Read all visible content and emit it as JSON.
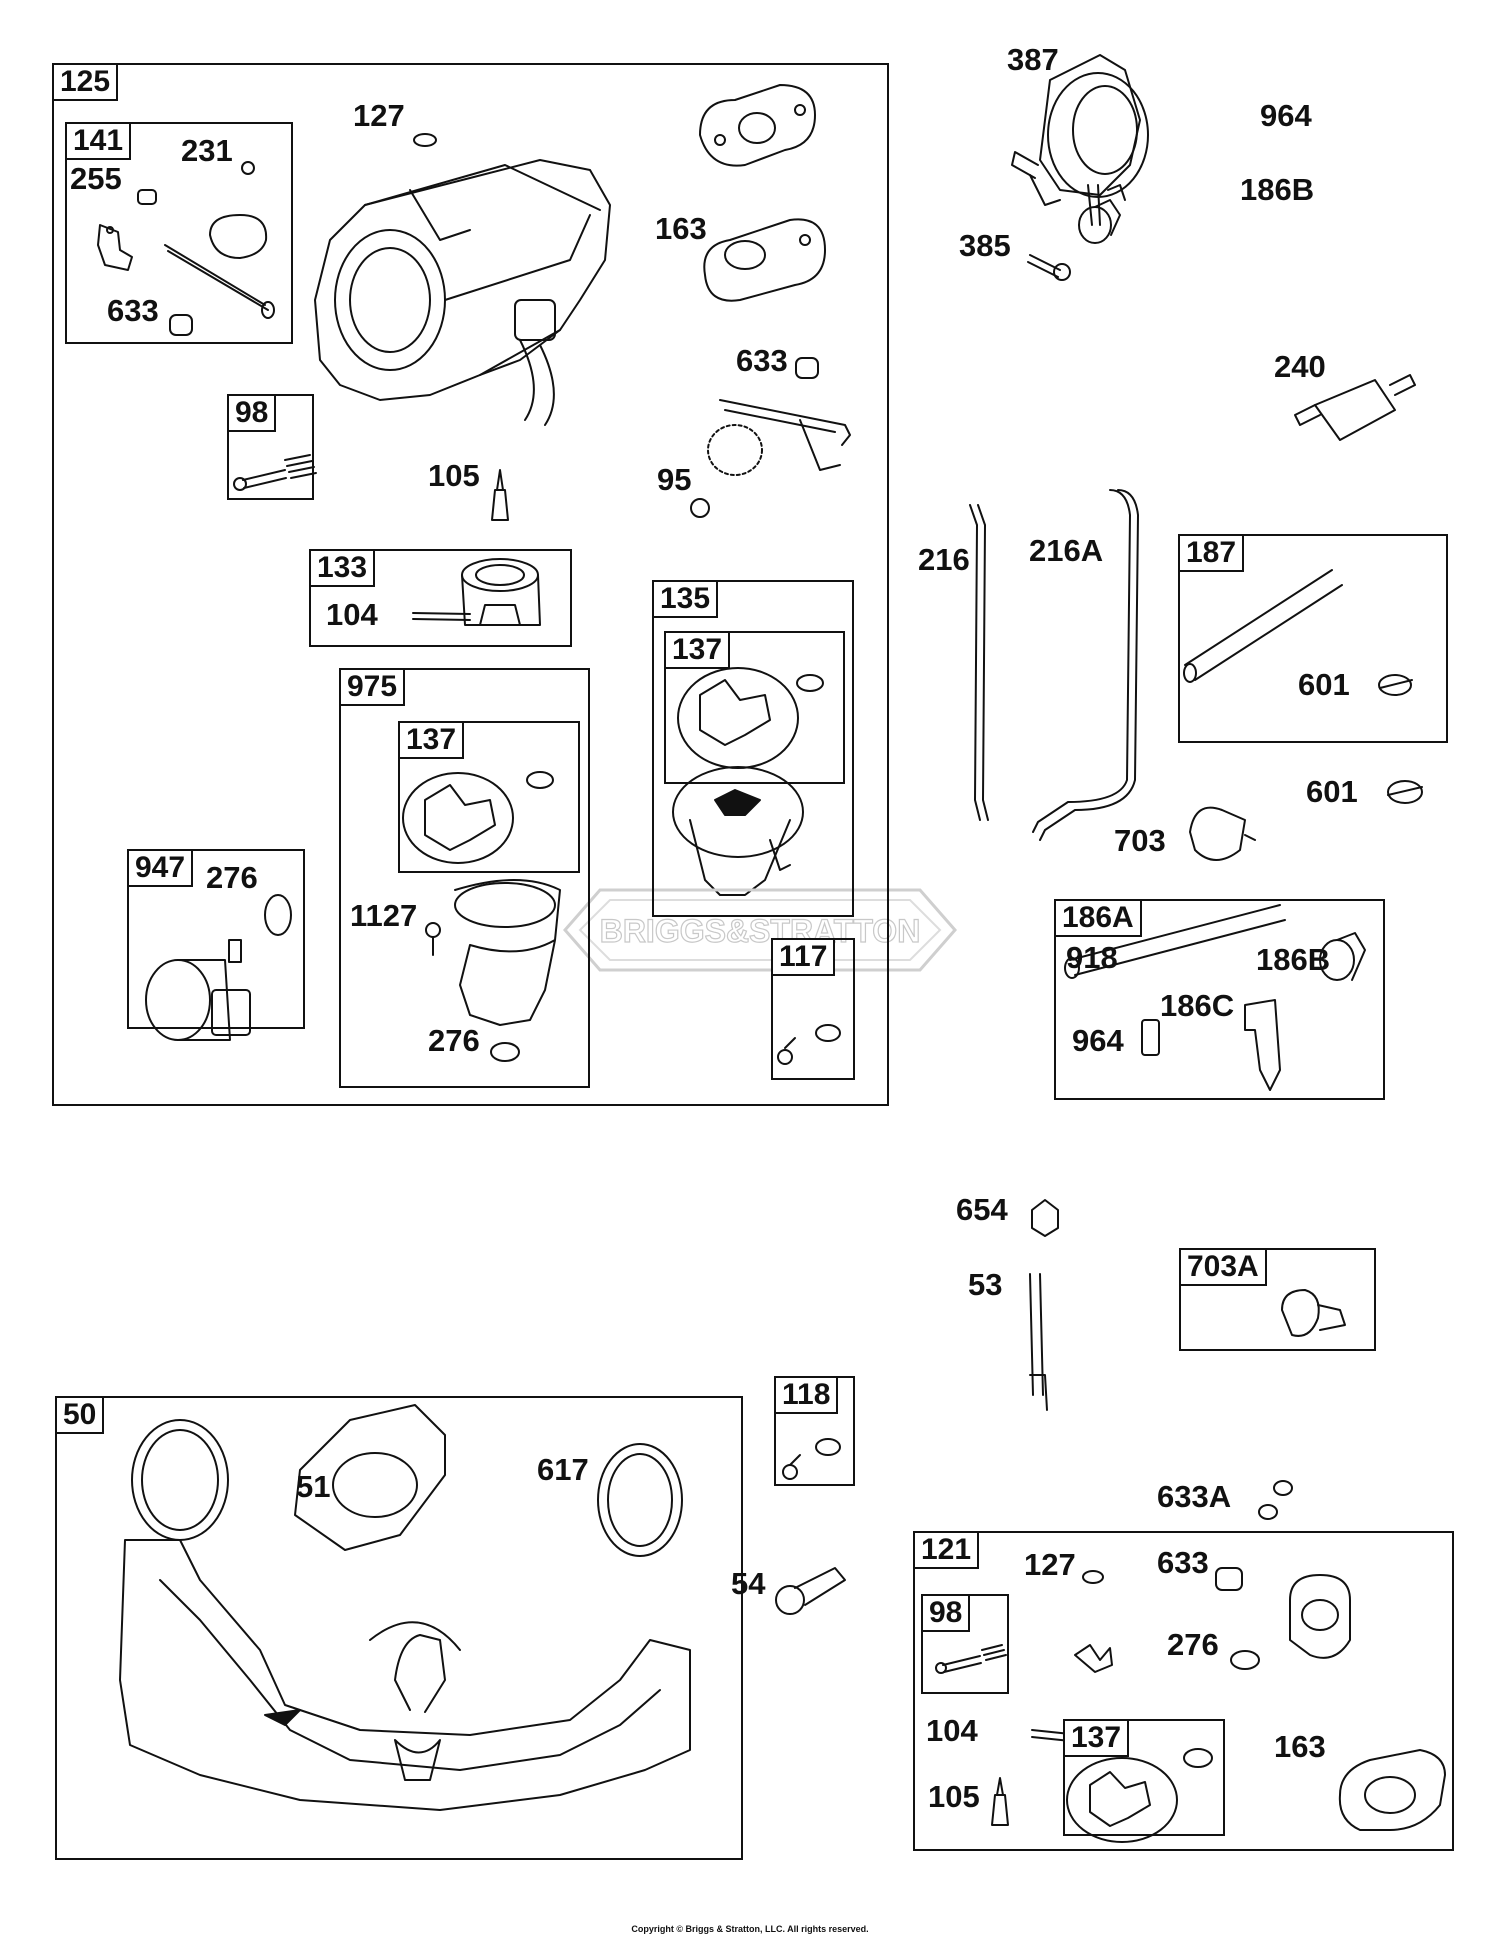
{
  "diagram": {
    "boxes": [
      {
        "id": "125",
        "tag": "125"
      },
      {
        "id": "141",
        "tag": "141"
      },
      {
        "id": "98a",
        "tag": "98"
      },
      {
        "id": "133",
        "tag": "133"
      },
      {
        "id": "135",
        "tag": "135"
      },
      {
        "id": "137a",
        "tag": "137"
      },
      {
        "id": "975",
        "tag": "975"
      },
      {
        "id": "137b",
        "tag": "137"
      },
      {
        "id": "947",
        "tag": "947"
      },
      {
        "id": "117",
        "tag": "117"
      },
      {
        "id": "187",
        "tag": "187"
      },
      {
        "id": "186A",
        "tag": "186A"
      },
      {
        "id": "703A",
        "tag": "703A"
      },
      {
        "id": "50",
        "tag": "50"
      },
      {
        "id": "118",
        "tag": "118"
      },
      {
        "id": "121",
        "tag": "121"
      },
      {
        "id": "98b",
        "tag": "98"
      },
      {
        "id": "137c",
        "tag": "137"
      }
    ],
    "labels": [
      "127",
      "231",
      "255",
      "633",
      "163",
      "633",
      "105",
      "95",
      "104",
      "276",
      "1127",
      "276",
      "387",
      "964",
      "186B",
      "385",
      "240",
      "216",
      "216A",
      "601",
      "601",
      "703",
      "918",
      "186B",
      "186C",
      "964",
      "654",
      "53",
      "51",
      "617",
      "54",
      "633A",
      "127",
      "633",
      "276",
      "104",
      "163",
      "105"
    ],
    "watermark": "BRIGGS&STRATTON",
    "copyright": "Copyright © Briggs & Stratton, LLC. All rights reserved."
  }
}
